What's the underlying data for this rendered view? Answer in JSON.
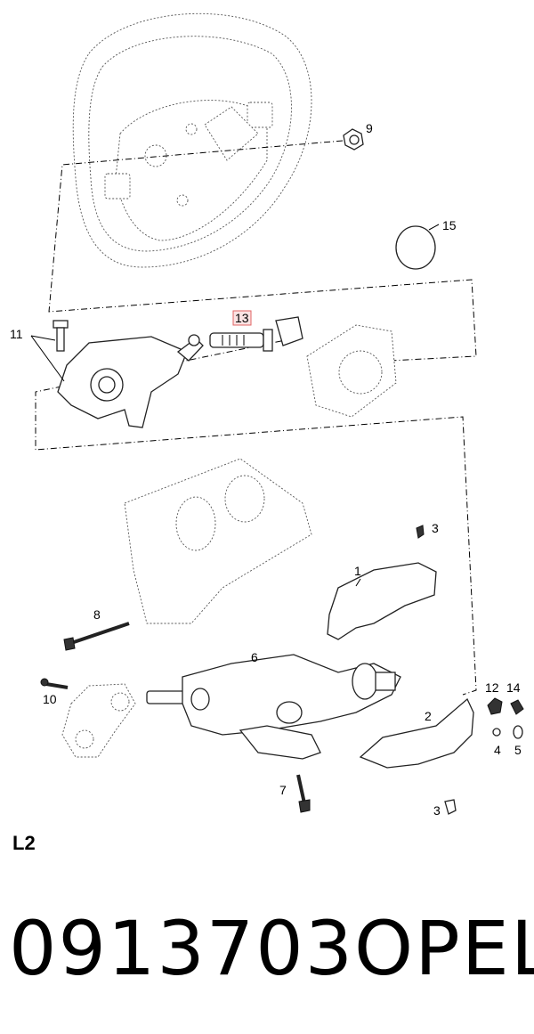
{
  "diagram": {
    "callouts": [
      {
        "id": "c9",
        "label": "9"
      },
      {
        "id": "c15",
        "label": "15"
      },
      {
        "id": "c11",
        "label": "11"
      },
      {
        "id": "c13",
        "label": "13",
        "highlighted": true
      },
      {
        "id": "c3a",
        "label": "3"
      },
      {
        "id": "c1",
        "label": "1"
      },
      {
        "id": "c8",
        "label": "8"
      },
      {
        "id": "c6",
        "label": "6"
      },
      {
        "id": "c10",
        "label": "10"
      },
      {
        "id": "c12",
        "label": "12"
      },
      {
        "id": "c14",
        "label": "14"
      },
      {
        "id": "c2",
        "label": "2"
      },
      {
        "id": "c4",
        "label": "4"
      },
      {
        "id": "c5",
        "label": "5"
      },
      {
        "id": "c7",
        "label": "7"
      },
      {
        "id": "c3b",
        "label": "3"
      }
    ],
    "highlight_color": "#e06666"
  },
  "section_code": "L2",
  "part_number": "0913703",
  "brand": "OPEL"
}
